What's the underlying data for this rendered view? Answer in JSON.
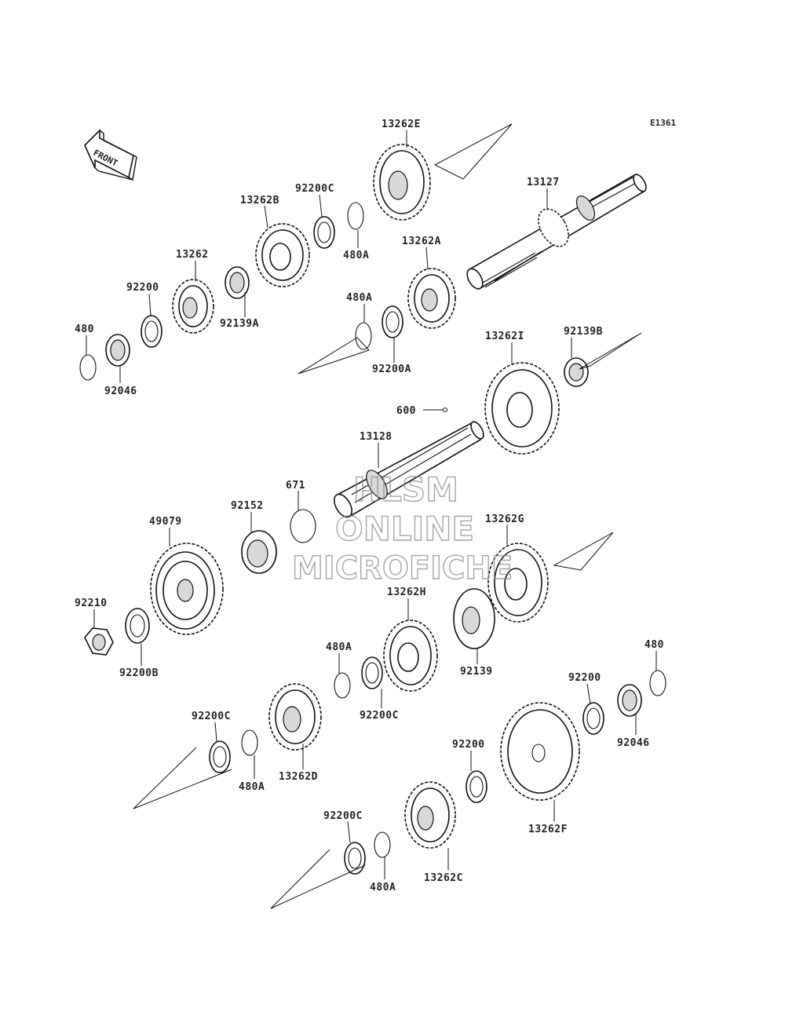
{
  "diagram": {
    "code": "E1361",
    "front_label": "FRONT",
    "watermark": [
      "HLSM",
      "ONLINE",
      "MICROFICHE"
    ],
    "labels": {
      "p13262E": "13262E",
      "p13127": "13127",
      "p92200C_top": "92200C",
      "p13262B": "13262B",
      "p480A_top": "480A",
      "p13262A": "13262A",
      "p13262": "13262",
      "p92200_left": "92200",
      "p92139A": "92139A",
      "p480A_mid": "480A",
      "p480_left": "480",
      "p92046_left": "92046",
      "p92200A": "92200A",
      "p13262I": "13262I",
      "p92139B": "92139B",
      "p600": "600",
      "p13128": "13128",
      "p671": "671",
      "p92152": "92152",
      "p49079": "49079",
      "p13262G": "13262G",
      "p92210": "92210",
      "p13262H": "13262H",
      "p480A_low": "480A",
      "p92139": "92139",
      "p92200B": "92200B",
      "p92200C_mid": "92200C",
      "p480_right": "480",
      "p92200_right": "92200",
      "p92046_right": "92046",
      "p92200C_lowleft": "92200C",
      "p480A_lowleft": "480A",
      "p13262D": "13262D",
      "p92200_bottom": "92200",
      "p13262F": "13262F",
      "p92200C_bottom": "92200C",
      "p480A_bottom": "480A",
      "p13262C": "13262C"
    }
  }
}
